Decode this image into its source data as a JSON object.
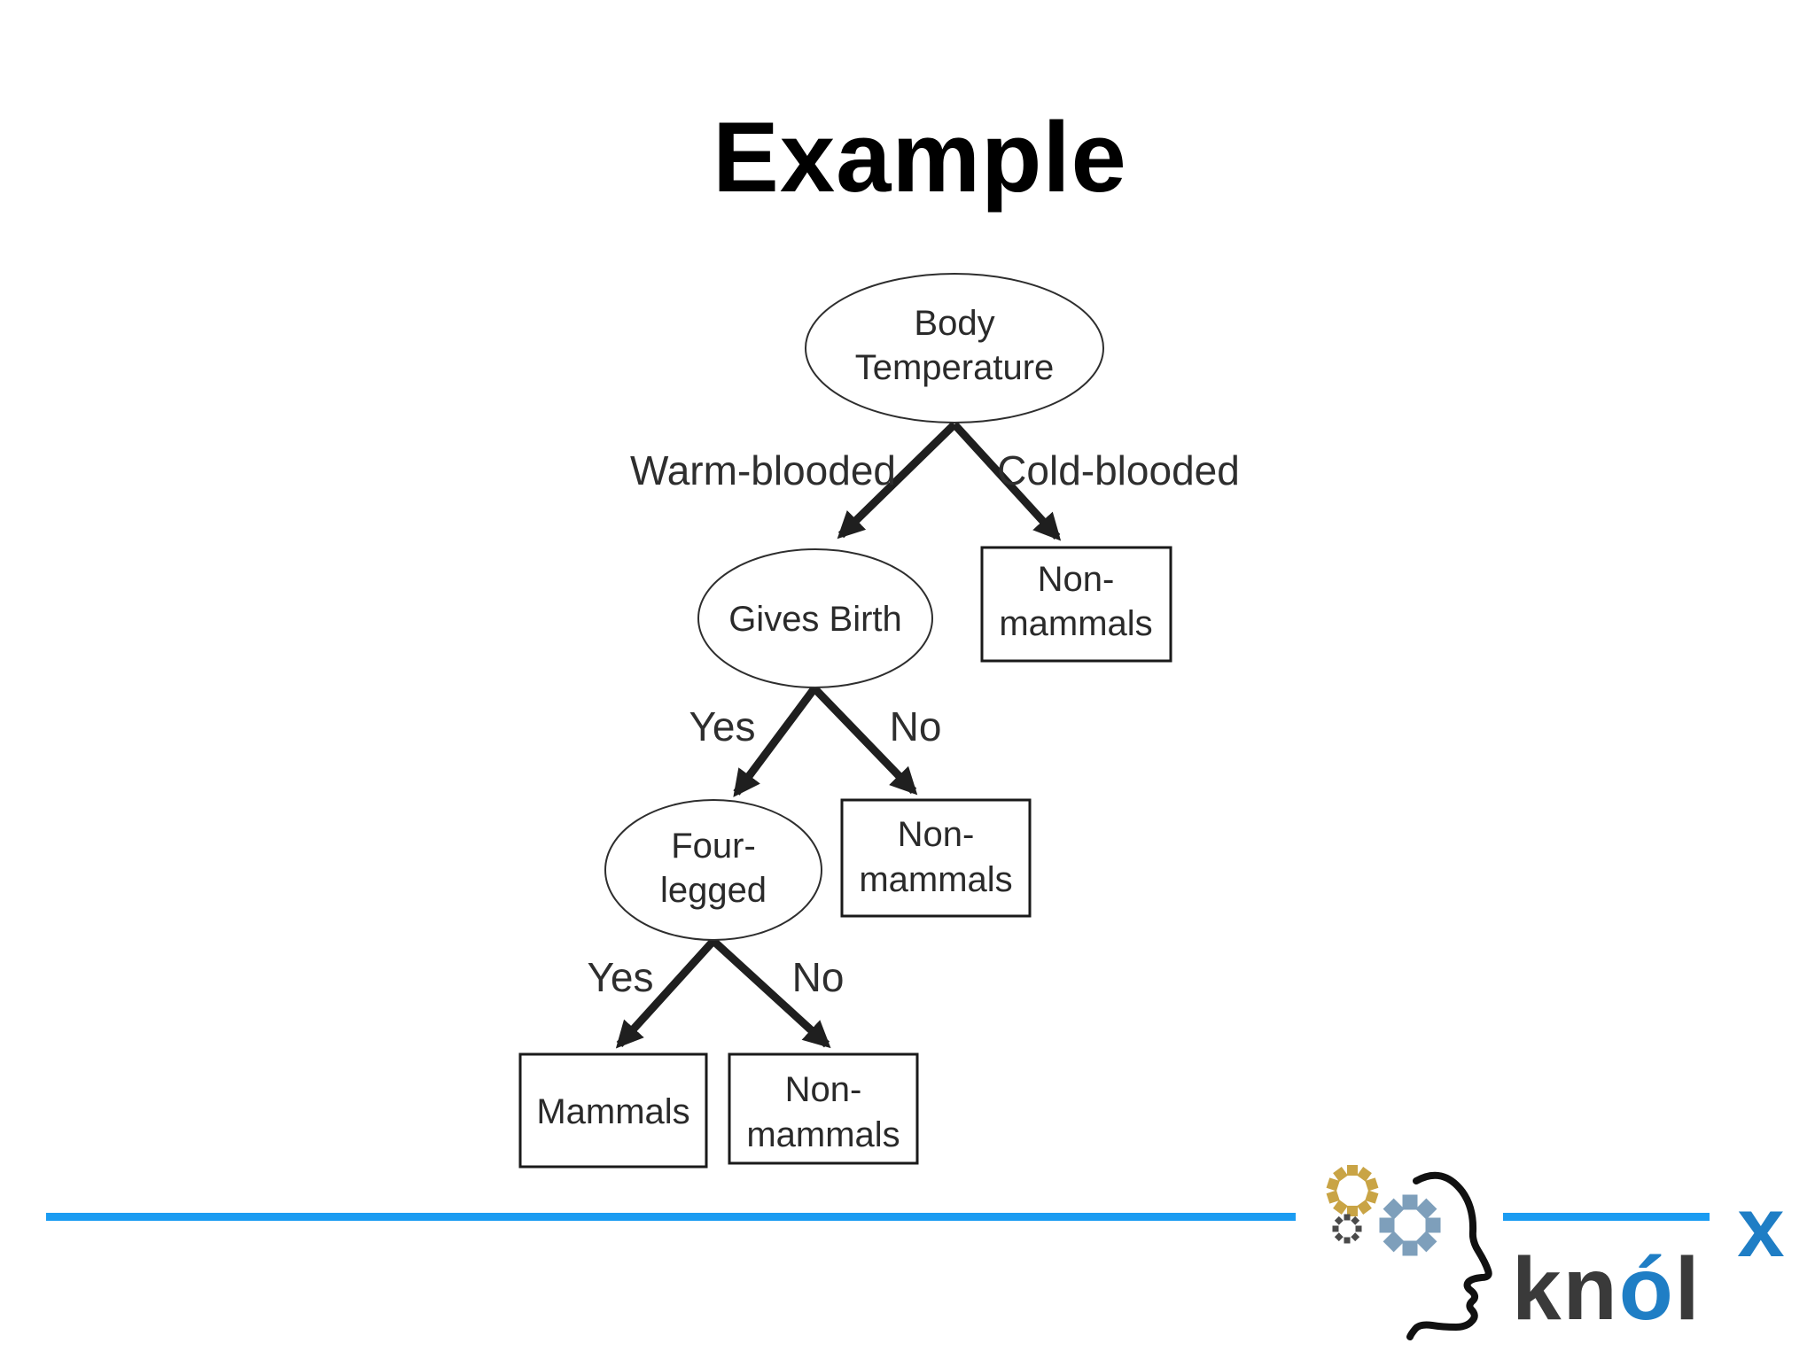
{
  "slide": {
    "title": "Example"
  },
  "tree": {
    "root": {
      "line1": "Body",
      "line2": "Temperature"
    },
    "gives_birth": {
      "label": "Gives Birth"
    },
    "four_legged": {
      "line1": "Four-",
      "line2": "legged"
    },
    "leaf_cold": {
      "line1": "Non-",
      "line2": "mammals"
    },
    "leaf_no1": {
      "line1": "Non-",
      "line2": "mammals"
    },
    "leaf_mammals": {
      "label": "Mammals"
    },
    "leaf_no2": {
      "line1": "Non-",
      "line2": "mammals"
    },
    "edges": {
      "warm": "Warm-blooded",
      "cold": "Cold-blooded",
      "yes1": "Yes",
      "no1": "No",
      "yes2": "Yes",
      "no2": "No"
    }
  },
  "logo": {
    "text_kn": "kn",
    "text_o": "ó",
    "text_l": "l",
    "superscript": "x"
  },
  "colors": {
    "divider_blue": "#1B9CF2",
    "brand_blue": "#1F7EC5",
    "brand_dark": "#3A3A3A",
    "gear_gold": "#C9A445",
    "gear_steel": "#7E9FBB",
    "gear_dark": "#4A4A4A"
  }
}
